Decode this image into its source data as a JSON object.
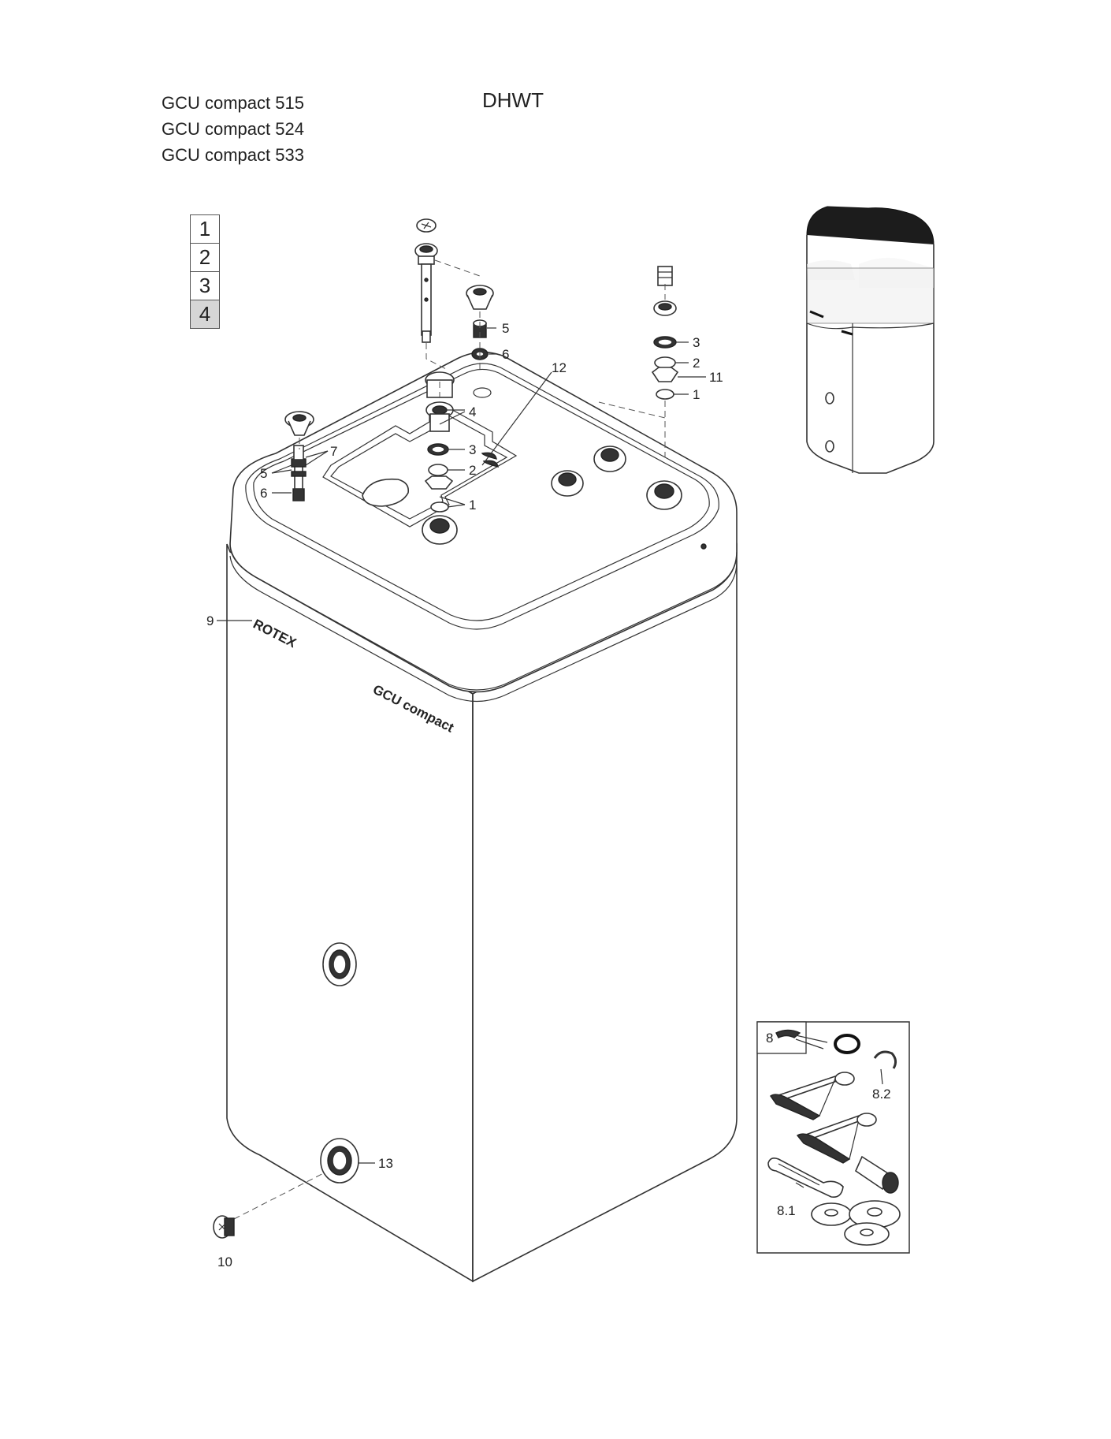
{
  "models": [
    "GCU compact 515",
    "GCU compact 524",
    "GCU compact 533"
  ],
  "title": "DHWT",
  "variants": [
    {
      "label": "1",
      "active": false
    },
    {
      "label": "2",
      "active": false
    },
    {
      "label": "3",
      "active": false
    },
    {
      "label": "4",
      "active": true
    }
  ],
  "tank_text": {
    "brand": "ROTEX",
    "model": "GCU compact"
  },
  "callouts": {
    "c1a": "1",
    "c1b": "1",
    "c2a": "2",
    "c2b": "2",
    "c3a": "3",
    "c3b": "3",
    "c4": "4",
    "c5a": "5",
    "c5b": "5",
    "c6a": "6",
    "c6b": "6",
    "c7": "7",
    "c8": "8",
    "c81": "8.1",
    "c82": "8.2",
    "c9": "9",
    "c10": "10",
    "c11": "11",
    "c12": "12",
    "c13": "13"
  }
}
